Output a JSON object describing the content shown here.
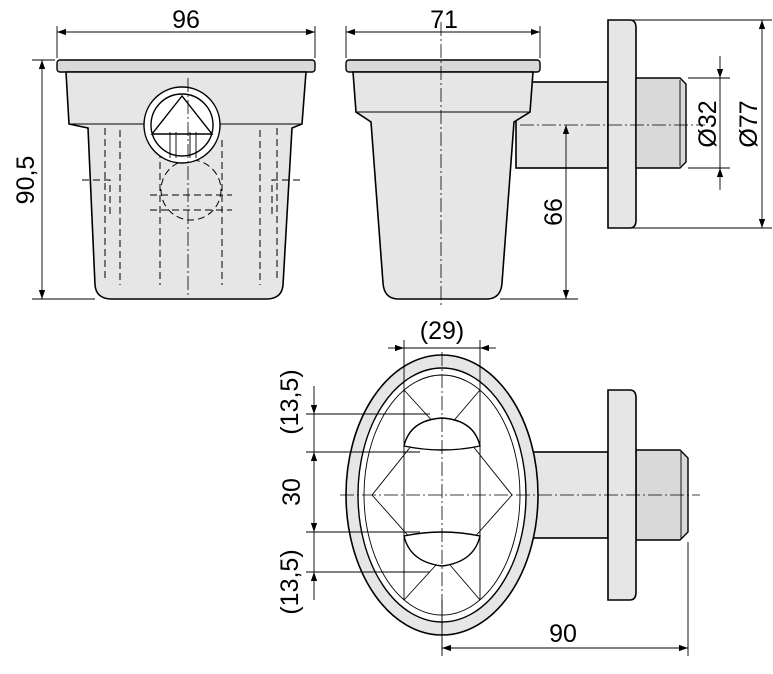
{
  "dimensions": {
    "width_front": "96",
    "width_side": "71",
    "height_total": "90,5",
    "height_outlet": "66",
    "outlet_inner_dia": "Ø32",
    "outlet_outer_dia": "Ø77",
    "top_opening_width": "(29)",
    "top_upper_offset": "(13,5)",
    "top_center_spacing": "30",
    "top_lower_offset": "(13,5)",
    "top_length": "90"
  }
}
